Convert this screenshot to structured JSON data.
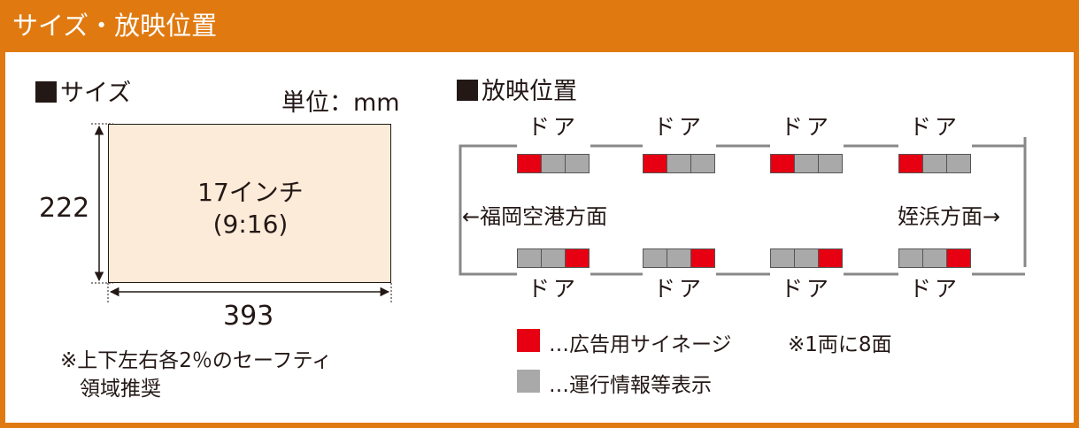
{
  "header": {
    "title": "サイズ・放映位置"
  },
  "size_section": {
    "title": "サイズ",
    "unit": "単位：mm",
    "height": "222",
    "width": "393",
    "screen_label": "17インチ",
    "screen_ratio": "(9:16)",
    "note_line1": "※上下左右各2％のセーフティ",
    "note_line2": "領域推奨"
  },
  "position_section": {
    "title": "放映位置",
    "door_label": "ドア",
    "left_direction": "←福岡空港方面",
    "right_direction": "姪浜方面→",
    "top_row": [
      "ad",
      "info",
      "info"
    ],
    "bottom_row": [
      "info",
      "info",
      "ad"
    ]
  },
  "legend": {
    "ad_label": "…広告用サイネージ",
    "info_label": "…運行情報等表示",
    "count_note": "※1両に8面"
  },
  "colors": {
    "header": "#e07a10",
    "ad": "#e60012",
    "info": "#a9a9a9",
    "screen": "#fcebd8"
  }
}
